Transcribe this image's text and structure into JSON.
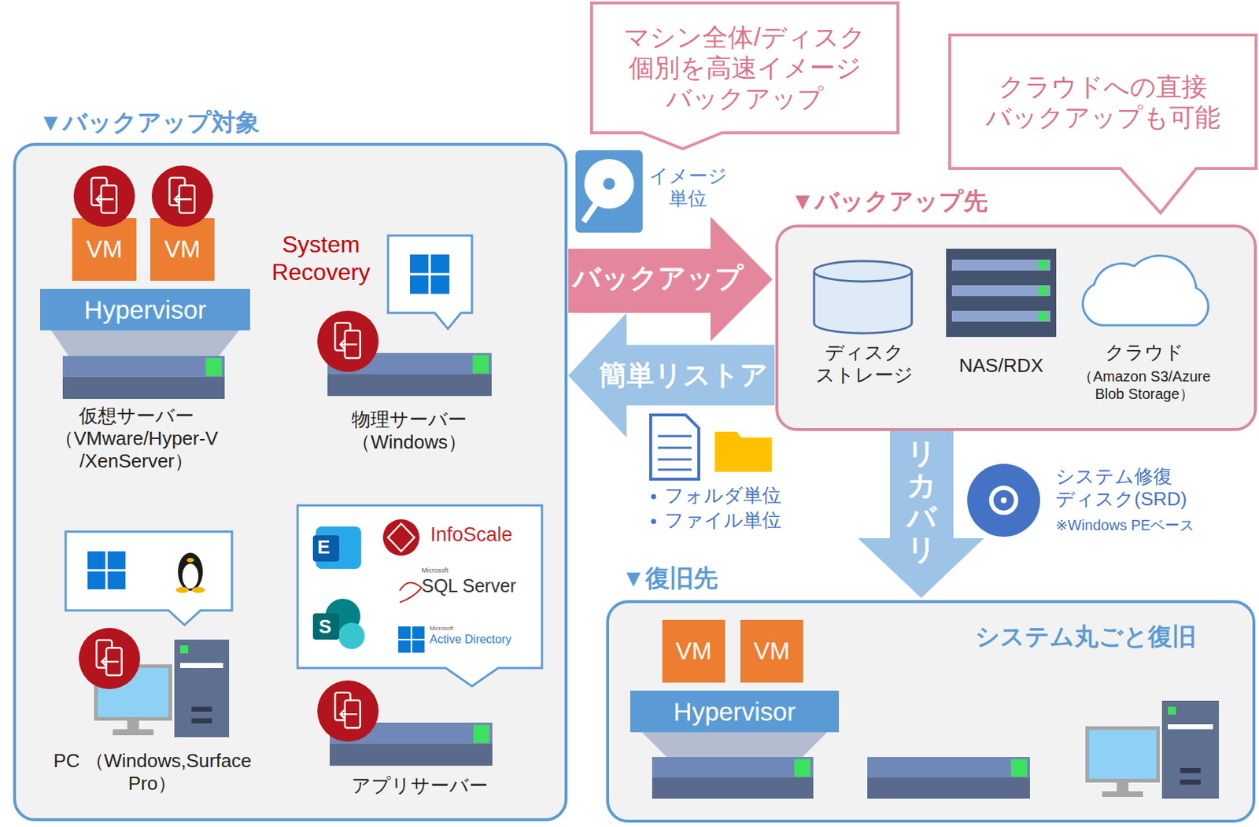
{
  "diagram": {
    "nodes": [
      {
        "text": [
          "マシン全体/ディスク 個別を高速イメージ バックアップ"
        ]
      },
      {
        "text": [
          "クラウドへの直接 バックアップも可能"
        ]
      },
      {
        "text": [
          "▼バックアップ対象"
        ]
      },
      {
        "text": [
          "VM"
        ],
        "in": 2
      },
      {
        "text": [
          "VM"
        ],
        "in": 2
      },
      {
        "text": [
          "Hypervisor"
        ],
        "in": 2
      },
      {
        "text": [
          "InfoScale",
          "Microsoft",
          "SQL Server",
          "Microsoft",
          "Active Directory"
        ],
        "in": 2
      },
      {
        "text": [
          "バックアップ"
        ]
      },
      {
        "text": [
          "簡単リストア"
        ]
      },
      {
        "text": [
          "▼バックアップ先"
        ]
      },
      {
        "text": [
          "ディスク ストレージ"
        ],
        "in": 9
      },
      {
        "text": [
          "NAS/RDX"
        ],
        "in": 9
      },
      {
        "text": [
          "クラウド",
          "（Amazon S3/Azure Blob Storage）"
        ],
        "in": 9
      },
      {
        "text": [
          "リカバリ"
        ]
      },
      {
        "text": [
          "▼復旧先",
          "システム丸ごと復旧"
        ]
      },
      {
        "text": [
          "VM"
        ],
        "in": 14
      },
      {
        "text": [
          "VM"
        ],
        "in": 14
      },
      {
        "text": [
          "Hypervisor"
        ],
        "in": 14
      }
    ],
    "labels": [
      "イメージ 単位",
      "仮想サーバー （VMware/Hyper-V /XenServer）",
      "System Recovery",
      "物理サーバー （Windows）",
      "PC （Windows,Surface Pro）",
      "アプリサーバー",
      "フォルダ単位",
      "ファイル単位",
      "システム修復 ディスク(SRD)",
      "※Windows PEベース",
      "E",
      "S"
    ]
  }
}
